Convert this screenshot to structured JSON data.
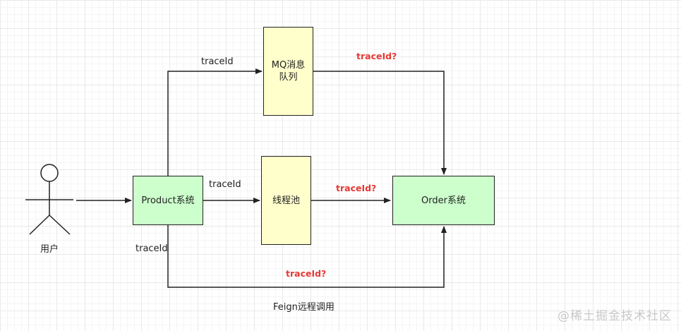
{
  "nodes": {
    "user": {
      "label": "用户"
    },
    "product": {
      "label": "Product系统"
    },
    "mq": {
      "label": "MQ消息\n队列"
    },
    "threadpool": {
      "label": "线程池"
    },
    "order": {
      "label": "Order系统"
    }
  },
  "edges": {
    "product_to_mq": {
      "label": "traceId"
    },
    "mq_to_order": {
      "label": "traceId?"
    },
    "product_to_threadpool": {
      "label": "traceId"
    },
    "threadpool_to_order": {
      "label": "traceId?"
    },
    "product_to_order_feign": {
      "label": "traceId",
      "question_label": "traceId?",
      "caption": "Feign远程调用"
    }
  },
  "watermark": "@稀土掘金技术社区",
  "colors": {
    "system_fill": "#ccffcc",
    "queue_fill": "#ffffcc",
    "question_text": "#e53935",
    "line": "#222222"
  }
}
